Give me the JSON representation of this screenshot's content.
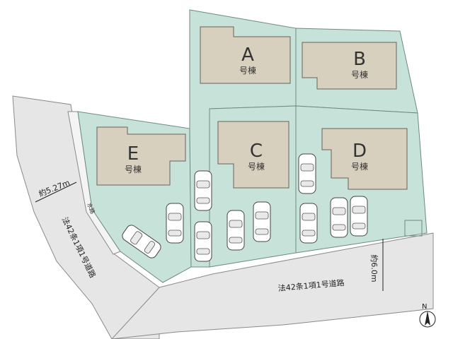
{
  "houses": [
    {
      "letter": "A",
      "suffix": "号棟"
    },
    {
      "letter": "B",
      "suffix": "号棟"
    },
    {
      "letter": "C",
      "suffix": "号棟"
    },
    {
      "letter": "D",
      "suffix": "号棟"
    },
    {
      "letter": "E",
      "suffix": "号棟"
    }
  ],
  "labels": {
    "road_bottom": "法42条1項1号道路",
    "road_left": "法42条1項1号道路",
    "width_left": "約5.27m",
    "width_right": "約6.0m",
    "waterway": "水路",
    "north": "N"
  },
  "icons": [
    "car-icon",
    "north-arrow-icon"
  ]
}
